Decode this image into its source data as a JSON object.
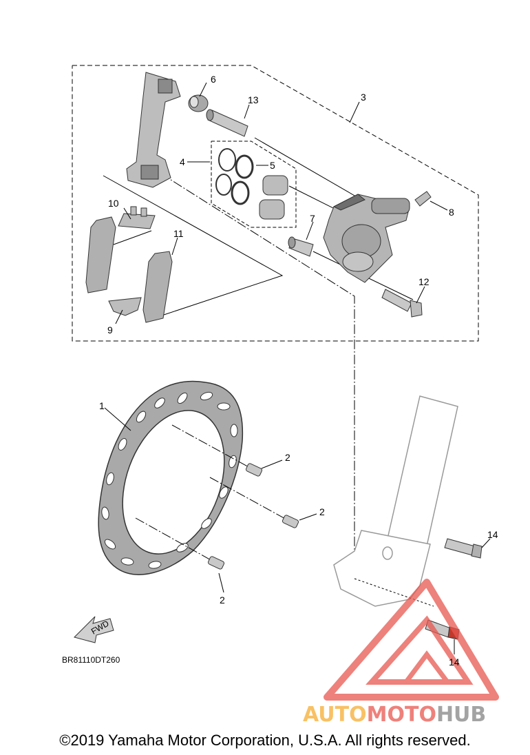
{
  "diagram": {
    "callouts": {
      "1": "1",
      "2a": "2",
      "2b": "2",
      "2c": "2",
      "3": "3",
      "4": "4",
      "5": "5",
      "6": "6",
      "7": "7",
      "8": "8",
      "9": "9",
      "10": "10",
      "11": "11",
      "12": "12",
      "13": "13",
      "14a": "14",
      "14b": "14"
    },
    "fwd_label": "FWD",
    "diagram_code": "BR81110DT260"
  },
  "watermark": {
    "part1": "AUTO",
    "part2": "MOTO",
    "part3": "HUB",
    "color_red": "#e8574f",
    "color_orange": "#f5a623",
    "color_grey": "#8c8c8c"
  },
  "footer": {
    "copyright": "©2019 Yamaha Motor Corporation, U.S.A. All rights reserved."
  }
}
